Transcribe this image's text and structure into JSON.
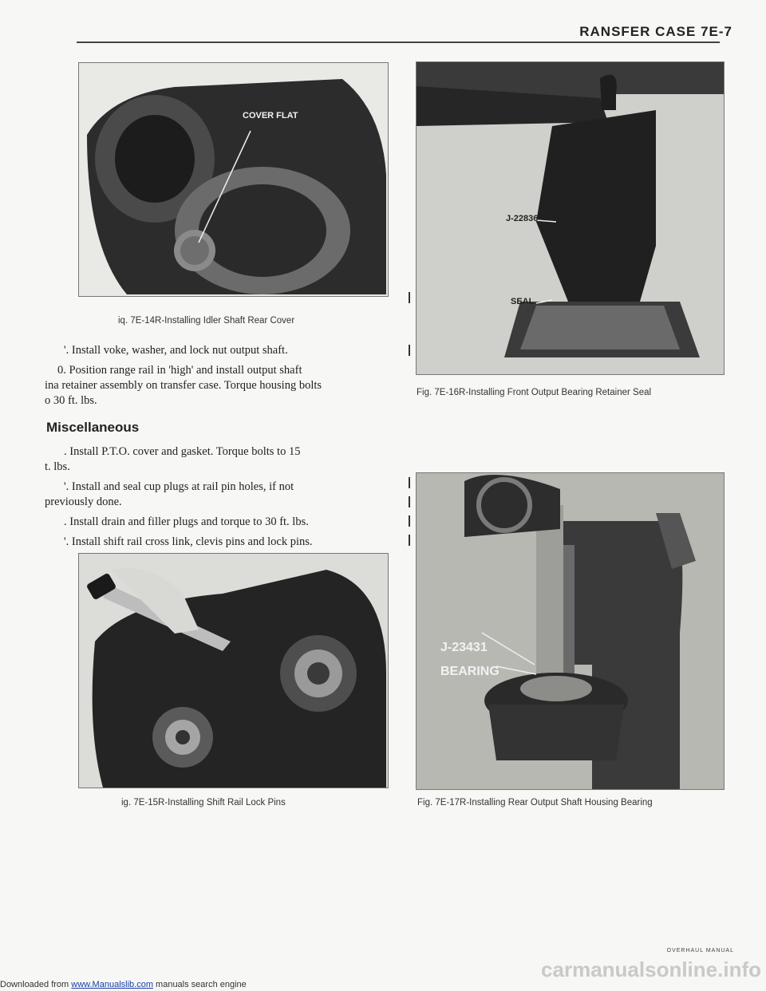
{
  "header": {
    "title": "RANSFER CASE   7E-7"
  },
  "figures": {
    "fig14": {
      "caption": "iq. 7E-14R-Installing Idler Shaft Rear Cover",
      "label": "COVER FLAT"
    },
    "fig15": {
      "caption": "ig. 7E-15R-Installing Shift Rail Lock Pins"
    },
    "fig16": {
      "caption": "Fig. 7E-16R-Installing Front Output Bearing Retainer Seal",
      "label_tool": "J-22836",
      "label_seal": "SEAL"
    },
    "fig17": {
      "caption": "Fig. 7E-17R-Installing Rear Output Shaft Housing Bearing",
      "label_tool": "J-23431",
      "label_bearing": "BEARING"
    }
  },
  "steps_a": [
    "'. Install voke, washer, and lock nut output shaft.",
    "0. Position range rail in 'high' and install output shaft",
    "ina retainer assembly on transfer case. Torque housing bolts",
    "o 30 ft. lbs."
  ],
  "section": {
    "heading": "Miscellaneous"
  },
  "steps_b": [
    ". Install P.T.O. cover and gasket. Torque bolts to 15",
    "t. lbs.",
    "'. Install and seal cup plugs at rail pin holes, if not",
    "previously done.",
    ". Install drain and filler plugs and torque to 30 ft. lbs.",
    "'. Install shift rail cross link, clevis pins and lock pins."
  ],
  "footer": {
    "prefix": "Downloaded from ",
    "link": "www.Manualslib.com",
    "suffix": " manuals search engine",
    "watermark": "carmanualsonline.info",
    "manual": "OVERHAUL MANUAL"
  }
}
